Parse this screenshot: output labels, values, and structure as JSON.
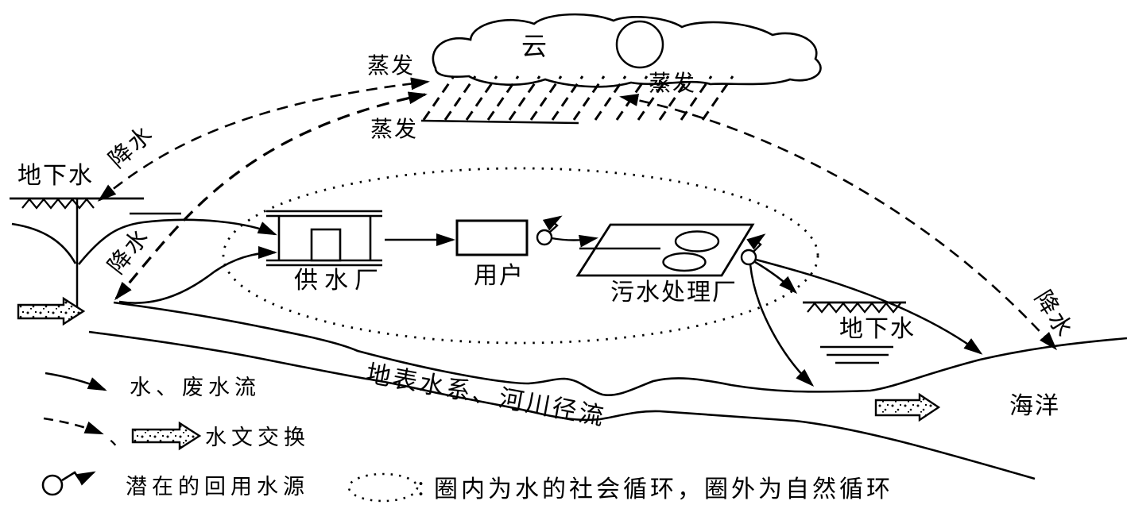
{
  "diagram": {
    "cloud_label": "云",
    "evaporation": [
      "蒸发",
      "蒸发",
      "蒸发"
    ],
    "precipitation": [
      "降水",
      "降水",
      "降水"
    ],
    "groundwater_left": "地下水",
    "groundwater_right": "地下水",
    "supply_plant": "供水厂",
    "users": "用户",
    "sewage_plant": "污水处理厂",
    "river_label": "地表水系、河川径流",
    "ocean_label": "海洋"
  },
  "legend": {
    "water_flow": "水、废水流",
    "exchange_separator": "、",
    "hydrologic_exchange": "水文交换",
    "potential_reuse": "潜在的回用水源",
    "cycle_colon": "：",
    "cycle_note": "圈内为水的社会循环，圈外为自然循环"
  },
  "colors": {
    "ink": "#000000",
    "paper": "#ffffff"
  }
}
